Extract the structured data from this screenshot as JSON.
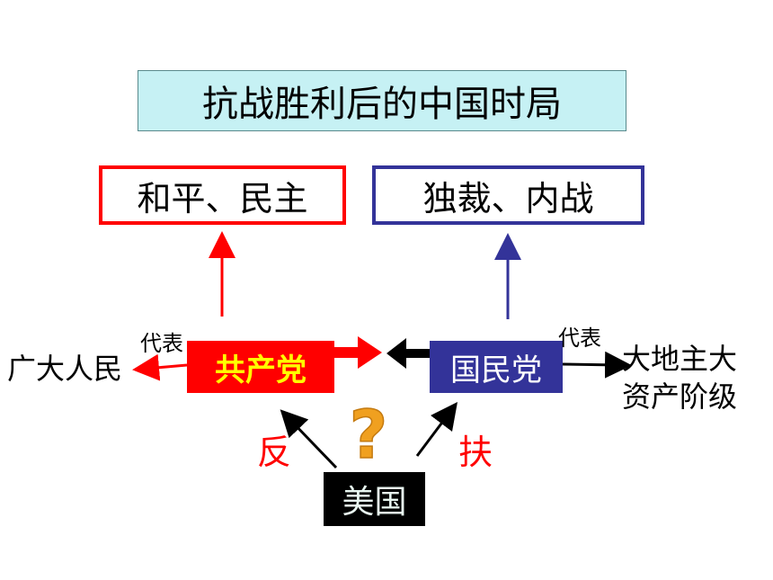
{
  "title": "抗战胜利后的中国时局",
  "goals": {
    "left": "和平、民主",
    "right": "独裁、内战"
  },
  "parties": {
    "ccp": "共产党",
    "kmt": "国民党"
  },
  "represents": {
    "left_label": "代表",
    "left_target": "广大人民",
    "right_label": "代表",
    "right_target_line1": "大地主大",
    "right_target_line2": "资产阶级"
  },
  "usa": {
    "label": "美国",
    "oppose": "反",
    "support": "扶",
    "question_mark": "?"
  },
  "colors": {
    "red": "#ff0000",
    "navy": "#333399",
    "title_bg": "#c6f1f4",
    "question": "#f0a020"
  }
}
